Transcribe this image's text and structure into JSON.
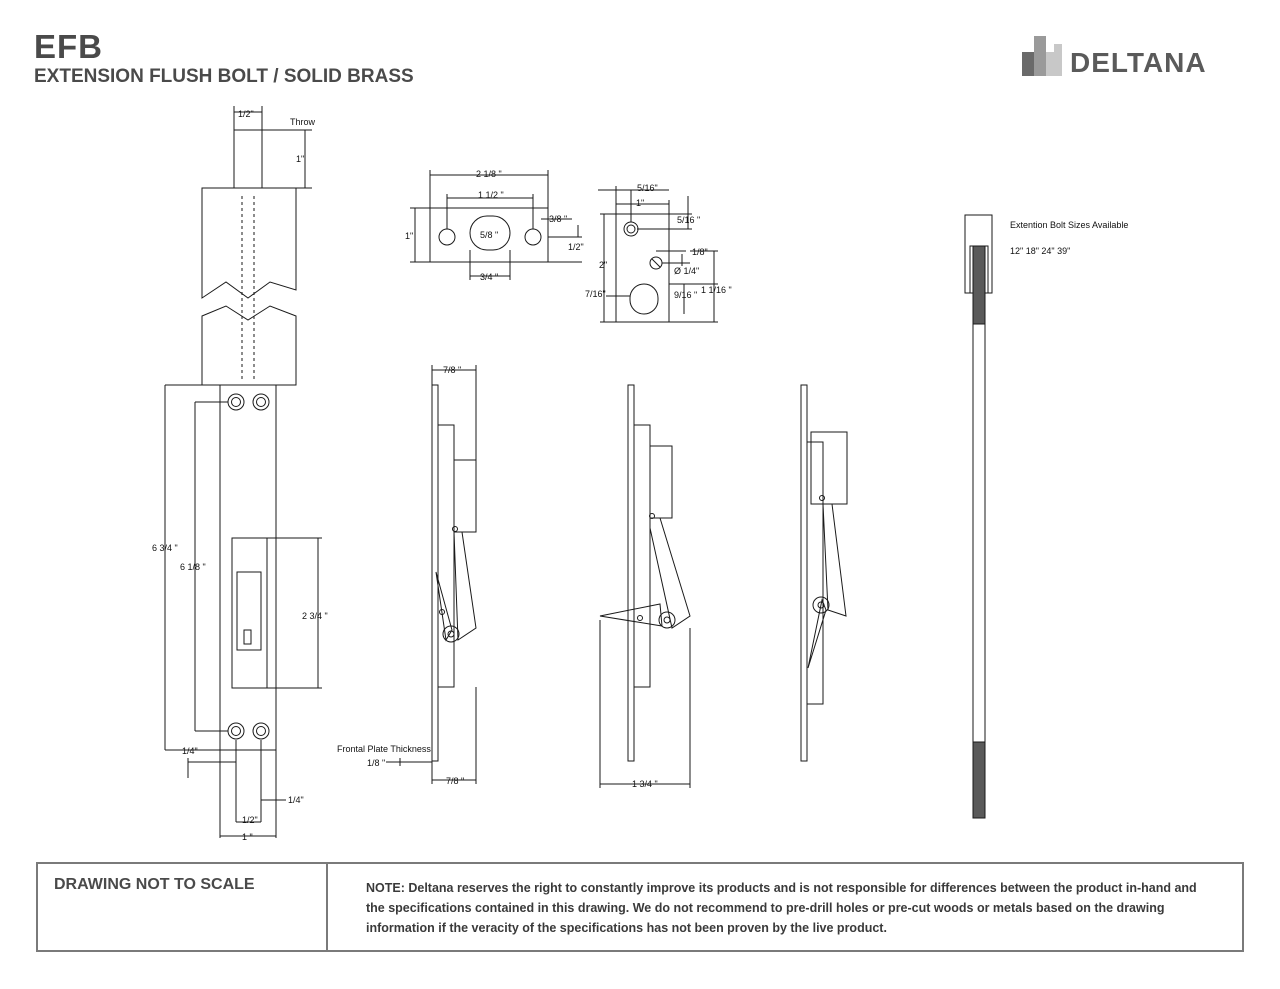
{
  "header": {
    "code": "EFB",
    "subtitle": "EXTENSION FLUSH BOLT / SOLID BRASS"
  },
  "logo": {
    "text": "DELTANA",
    "icon": "deltana-logo-mark"
  },
  "colors": {
    "heading": "#4a4a4a",
    "border": "#7a7a7a",
    "line": "#1a1a1a"
  },
  "dims": {
    "front": {
      "half_inch_top": "1/2\"",
      "throw": "Throw",
      "one_inch_top": "1\"",
      "overall_6_3_4": "6 3/4 \"",
      "holes_6_1_8": "6 1/8  \"",
      "slot_2_3_4": "2 3/4 \"",
      "quarter_left": "1/4\"",
      "quarter_right": "1/4\"",
      "half_bottom": "1/2\"",
      "one_bottom": "1 \""
    },
    "strike": {
      "w_2_1_8": "2 1/8 \"",
      "holes_1_1_2": "1 1/2 \"",
      "edge_3_8": "3/8 \"",
      "h_1": "1\"",
      "hole_5_8": "5/8 \"",
      "half_right": "1/2\"",
      "gap_3_4": "3/4 \""
    },
    "plate": {
      "top_5_16": "5/16\"",
      "w_1": "1\"",
      "hole_5_16": "5/16 \"",
      "h_2": "2\"",
      "off_1_8": "1/8\"",
      "dia_1_4": "Ø 1/4\"",
      "left_7_16": "7/16\"",
      "slot_9_16": "9/16 \"",
      "h_1_1_16": "1  1/16 \""
    },
    "side": {
      "top_7_8": "7/8 \"",
      "frontal_label": "Frontal Plate Thickness",
      "thick_1_8": "1/8 \"",
      "bottom_7_8": "7/8 \"",
      "open_1_3_4": "1 3/4  \""
    },
    "rod": {
      "title": "Extention Bolt Sizes Available",
      "sizes": "12\"  18\"  24\"  39\""
    }
  },
  "footer": {
    "not_to_scale": "DRAWING NOT TO SCALE",
    "note": "NOTE: Deltana reserves the right to constantly improve its products and is not responsible for differences between the product in-hand and the specifications contained in this drawing. We do not recommend to pre-drill holes or pre-cut woods or metals based on the drawing information if the veracity of the specifications has not been proven by the live product."
  }
}
